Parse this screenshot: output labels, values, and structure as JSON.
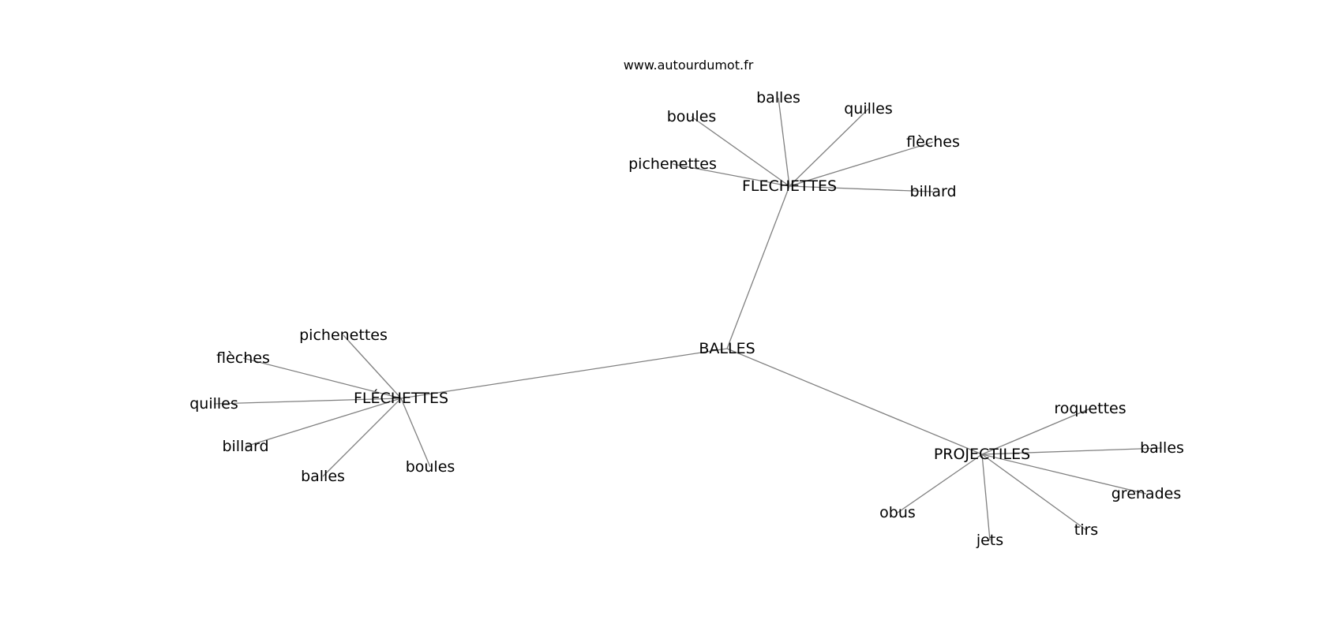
{
  "site": "www.autourdumot.fr",
  "edge_color": "#808080",
  "graph": {
    "root": "BALLES",
    "groups": [
      {
        "label": "FLECHETTES",
        "children": [
          "pichenettes",
          "boules",
          "balles",
          "quilles",
          "flèches",
          "billard"
        ]
      },
      {
        "label": "FLÉCHETTES",
        "children": [
          "pichenettes",
          "flèches",
          "quilles",
          "billard",
          "balles",
          "boules"
        ]
      },
      {
        "label": "PROJECTILES",
        "children": [
          "roquettes",
          "balles",
          "grenades",
          "tirs",
          "jets",
          "obus"
        ]
      }
    ]
  }
}
